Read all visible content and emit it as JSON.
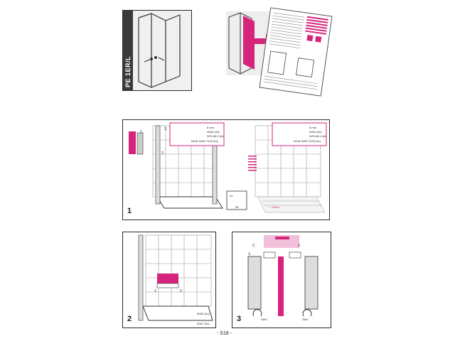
{
  "page": {
    "number": "- S18 -"
  },
  "header": {
    "product_code": "PE 1ER/L"
  },
  "step1": {
    "number": "1",
    "sub_labels": [
      "1.",
      "2.",
      "3."
    ],
    "left_callouts": [
      "8 mm",
      "N164 (4x)",
      "N76 A5,3 (4x)",
      "N116 3x50-TX25 (4x)"
    ],
    "right_callouts": [
      "8 mm",
      "N164 (4x)",
      "N76 A5,3 (4x)",
      "N116 3x50-TX25 (4x)"
    ],
    "dims": [
      "41",
      "35"
    ],
    "measure": "< 30mm"
  },
  "step2": {
    "number": "2",
    "sub_labels": [
      "1.",
      "2."
    ],
    "parts": [
      "N183 (2x)",
      "N167 (2x)"
    ]
  },
  "step3": {
    "number": "3",
    "sub_labels": [
      "2.",
      "1.",
      "2."
    ],
    "parts": [
      "SW2",
      "SW2"
    ]
  },
  "colors": {
    "accent": "#d6247c",
    "frame": "#2a2a2a",
    "header_bar": "#3a3a3a",
    "tile": "#999999"
  }
}
